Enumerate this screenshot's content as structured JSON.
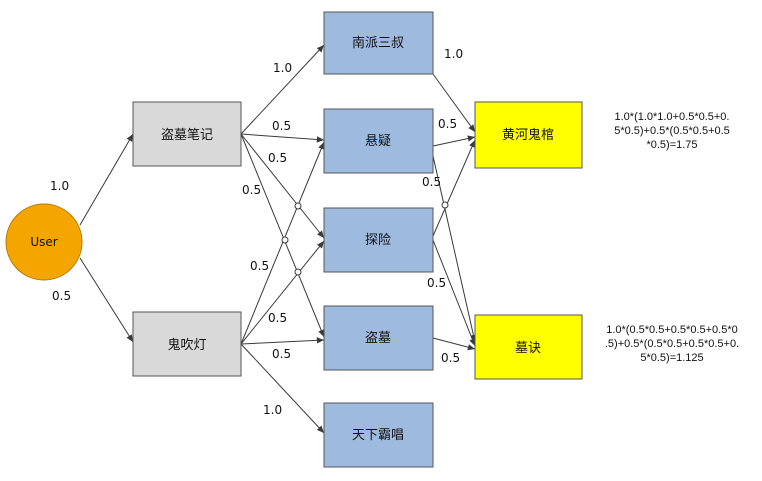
{
  "colors": {
    "user_fill": "#f5a500",
    "gray_fill": "#d9d9d9",
    "blue_fill": "#9fbadf",
    "yellow_fill": "#ffff00",
    "stroke": "#3a3a3a"
  },
  "nodes": {
    "user": "User",
    "daomu_biji": "盗墓笔记",
    "gui_chui_deng": "鬼吹灯",
    "nanpai_sanshu": "南派三叔",
    "xuanyi": "悬疑",
    "tanxian": "探险",
    "daomu": "盗墓",
    "tianxia_bachang": "天下霸唱",
    "huanghe_guiguan": "黄河鬼棺",
    "mujue": "墓诀"
  },
  "weights": {
    "user_daomu_biji": "1.0",
    "user_gui_chui_deng": "0.5",
    "biji_nanpai": "1.0",
    "biji_xuanyi": "0.5",
    "biji_tanxian": "0.5",
    "biji_daomu": "0.5",
    "guichui_xuanyi": "0.5",
    "guichui_tanxian": "0.5",
    "guichui_daomu": "0.5",
    "guichui_tianxia": "1.0",
    "nanpai_huanghe": "1.0",
    "xuanyi_huanghe": "0.5",
    "tanxian_huanghe": "0.5",
    "tanxian_mujue": "0.5",
    "daomu_mujue": "0.5"
  },
  "scores": {
    "huanghe_guiguan": "1.0*(1.0*1.0+0.5*0.5+0.\n5*0.5)+0.5*(0.5*0.5+0.5\n*0.5)=1.75",
    "mujue": "1.0*(0.5*0.5+0.5*0.5+0.5*0\n.5)+0.5*(0.5*0.5+0.5*0.5+0.\n5*0.5)=1.125"
  }
}
